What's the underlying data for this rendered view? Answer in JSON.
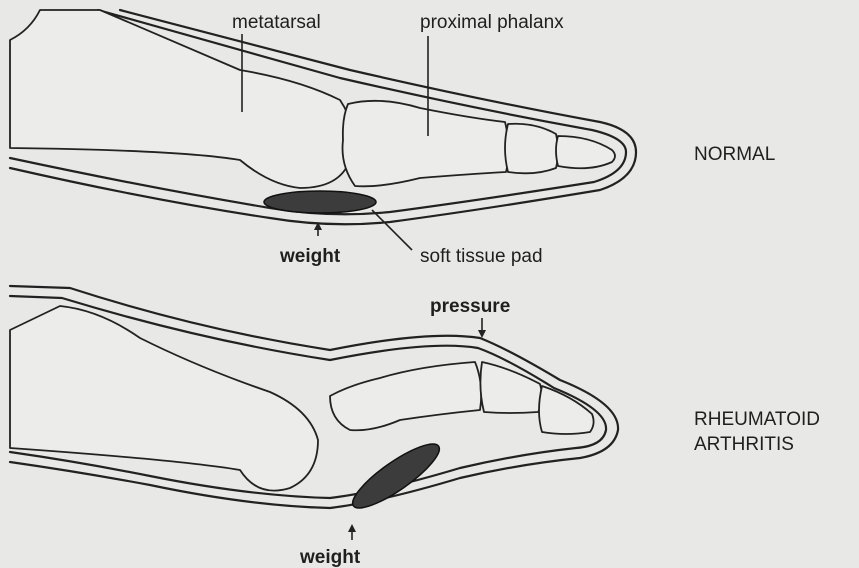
{
  "labels": {
    "metatarsal": "metatarsal",
    "proximal_phalanx": "proximal phalanx",
    "normal": "NORMAL",
    "weight_top": "weight",
    "soft_tissue_pad": "soft tissue pad",
    "pressure": "pressure",
    "rheumatoid_line1": "RHEUMATOID",
    "rheumatoid_line2": "ARTHRITIS",
    "weight_bottom": "weight"
  }
}
